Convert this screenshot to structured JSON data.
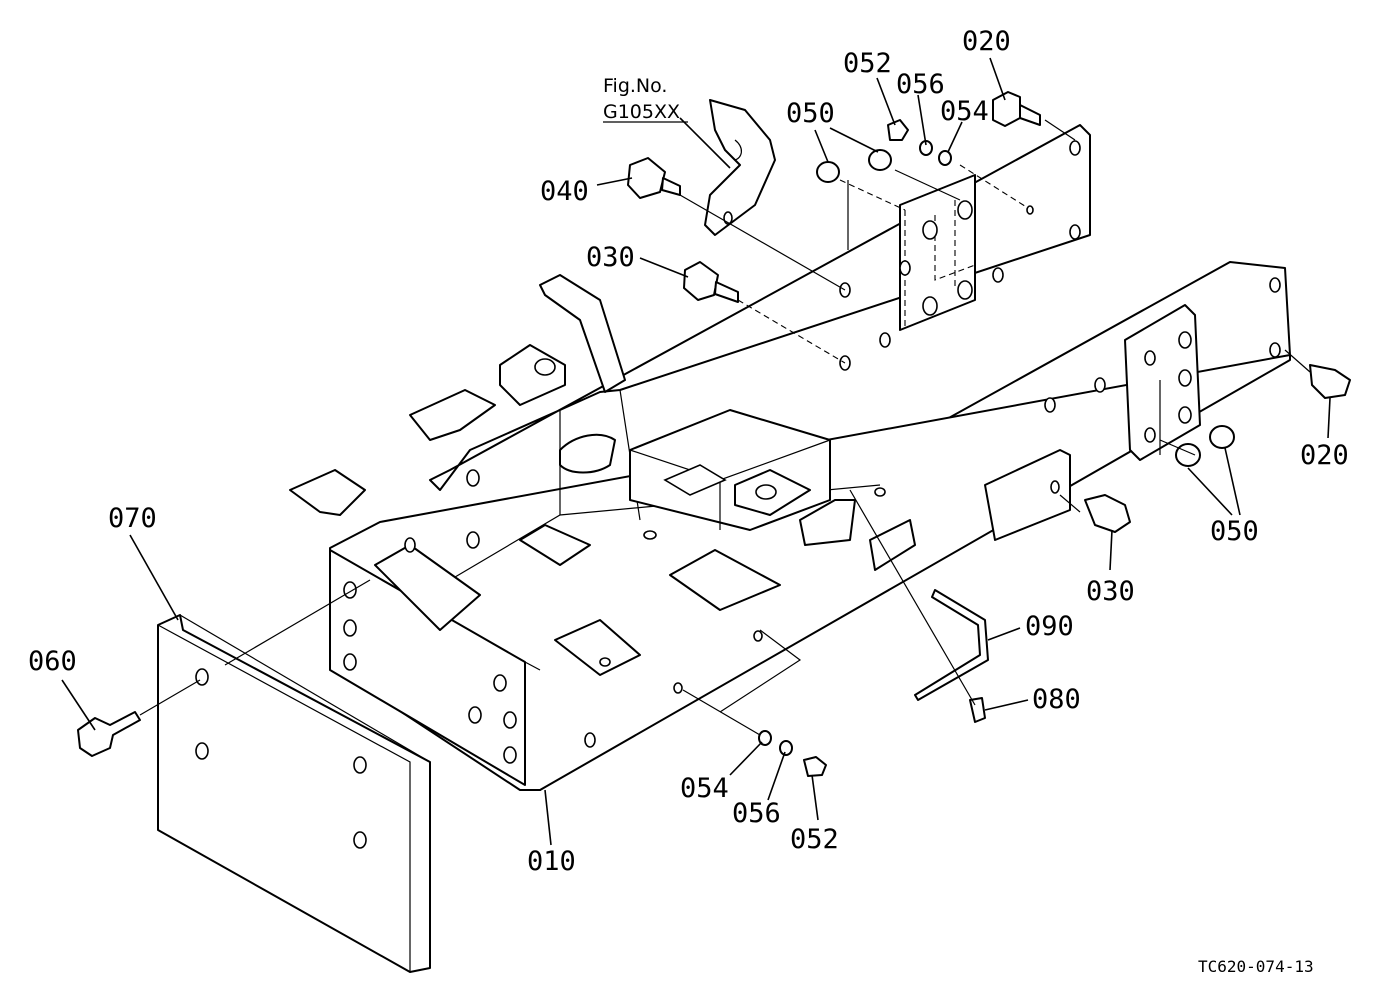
{
  "figure_ref": {
    "line1": "Fig.No.",
    "line2": "G105XX"
  },
  "drawing_code": "TC620-074-13",
  "callouts": {
    "c020a": "020",
    "c020b": "020",
    "c052a": "052",
    "c056a": "056",
    "c054a": "054",
    "c050a": "050",
    "c050b": "050",
    "c040": "040",
    "c030a": "030",
    "c030b": "030",
    "c070": "070",
    "c060": "060",
    "c090": "090",
    "c080": "080",
    "c054b": "054",
    "c056b": "056",
    "c052b": "052",
    "c010": "010"
  }
}
